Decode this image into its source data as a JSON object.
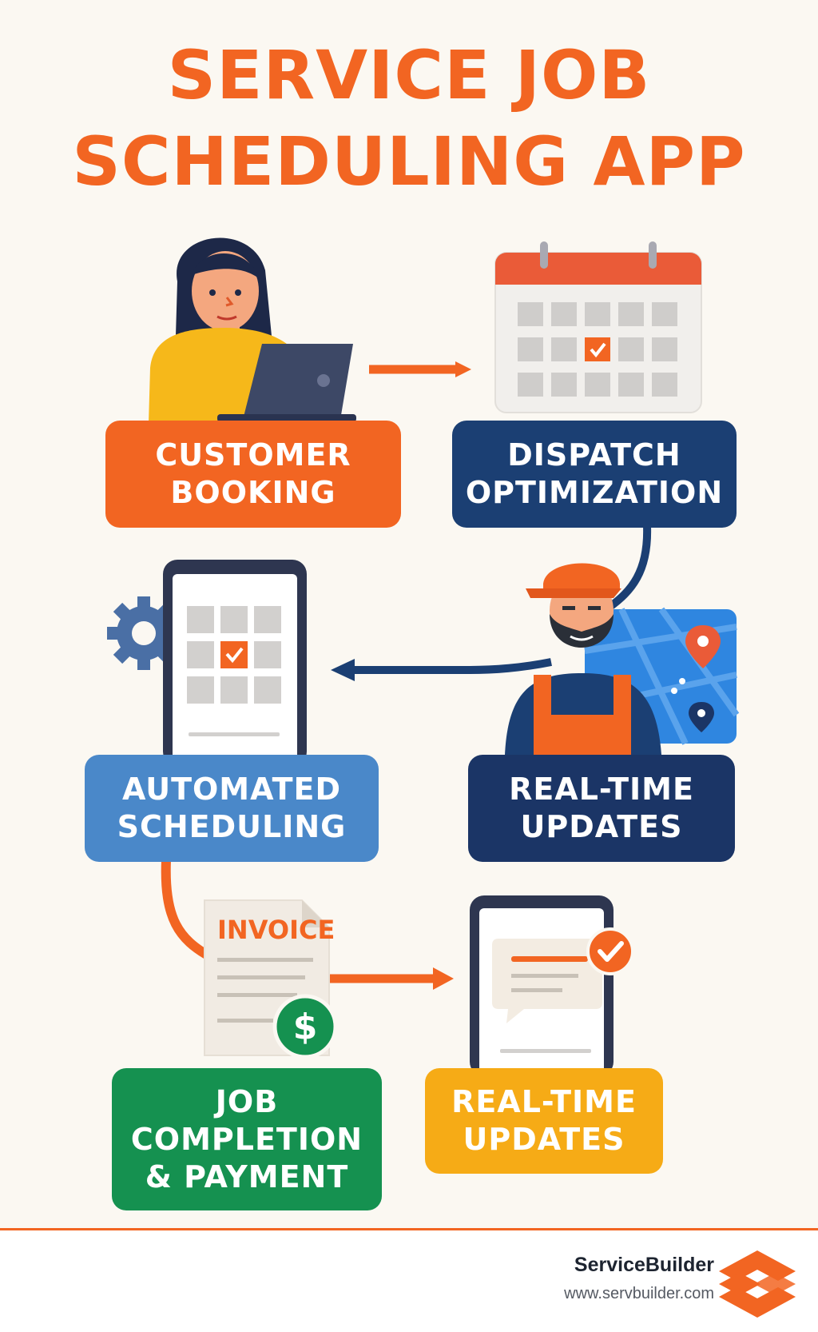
{
  "title": {
    "line1": "SERVICE JOB",
    "line2": "SCHEDULING APP"
  },
  "steps": [
    {
      "label": "CUSTOMER\nBOOKING",
      "color": "#f26522",
      "icon": "customer-laptop"
    },
    {
      "label": "DISPATCH\nOPTIMIZATION",
      "color": "#1b3f73",
      "icon": "calendar"
    },
    {
      "label": "AUTOMATED\nSCHEDULING",
      "color": "#4a88c9",
      "icon": "phone-calendar-gear"
    },
    {
      "label": "REAL-TIME\nUPDATES",
      "color": "#1b3566",
      "icon": "technician-map"
    },
    {
      "label": "JOB\nCOMPLETION\n& PAYMENT",
      "color": "#159150",
      "icon": "invoice-dollar"
    },
    {
      "label": "REAL-TIME\nUPDATES",
      "color": "#f6ab16",
      "icon": "phone-notification"
    }
  ],
  "invoice_text": "INVOICE",
  "dollar_symbol": "$",
  "footer": {
    "brand": "ServiceBuilder",
    "url": "www.servbuilder.com"
  },
  "colors": {
    "accent": "#f26522",
    "navy": "#1b3f73",
    "background": "#fbf8f2"
  }
}
